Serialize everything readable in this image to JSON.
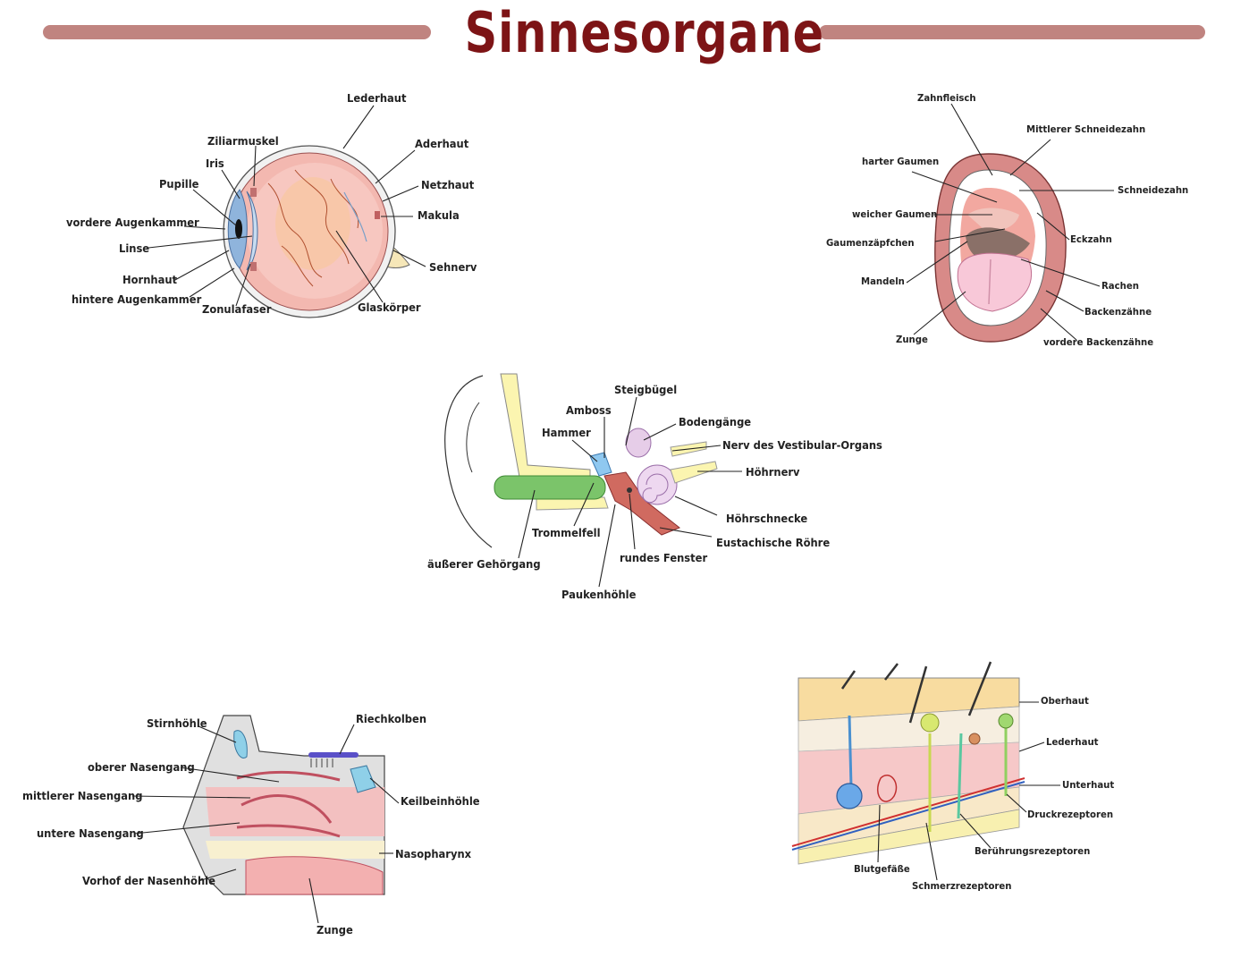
{
  "title": "Sinnesorgane",
  "eye": {
    "labels": [
      "Lederhaut",
      "Ziliarmuskel",
      "Iris",
      "Aderhaut",
      "Pupille",
      "Netzhaut",
      "Makula",
      "vordere Augenkammer",
      "Linse",
      "Sehnerv",
      "Hornhaut",
      "hintere Augenkammer",
      "Zonulafaser",
      "Glaskörper"
    ]
  },
  "mouth": {
    "labels": [
      "Zahnfleisch",
      "Mittlerer Schneidezahn",
      "harter Gaumen",
      "Schneidezahn",
      "weicher Gaumen",
      "Eckzahn",
      "Gaumenzäpfchen",
      "Mandeln",
      "Rachen",
      "Backenzähne",
      "Zunge",
      "vordere Backenzähne"
    ]
  },
  "ear": {
    "labels": [
      "Steigbügel",
      "Amboss",
      "Bodengänge",
      "Hammer",
      "Nerv des Vestibular-Organs",
      "Höhrnerv",
      "Höhrschnecke",
      "Eustachische Röhre",
      "Trommelfell",
      "rundes Fenster",
      "äußerer Gehörgang",
      "Paukenhöhle"
    ]
  },
  "nose": {
    "labels": [
      "Stirnhöhle",
      "Riechkolben",
      "oberer Nasengang",
      "mittlerer Nasengang",
      "Keilbeinhöhle",
      "untere  Nasengang",
      "Nasopharynx",
      "Vorhof der Nasenhöhle",
      "Zunge"
    ]
  },
  "skin": {
    "labels": [
      "Oberhaut",
      "Lederhaut",
      "Unterhaut",
      "Druckrezeptoren",
      "Berührungsrezeptoren",
      "Blutgefäße",
      "Schmerzrezeptoren"
    ]
  }
}
